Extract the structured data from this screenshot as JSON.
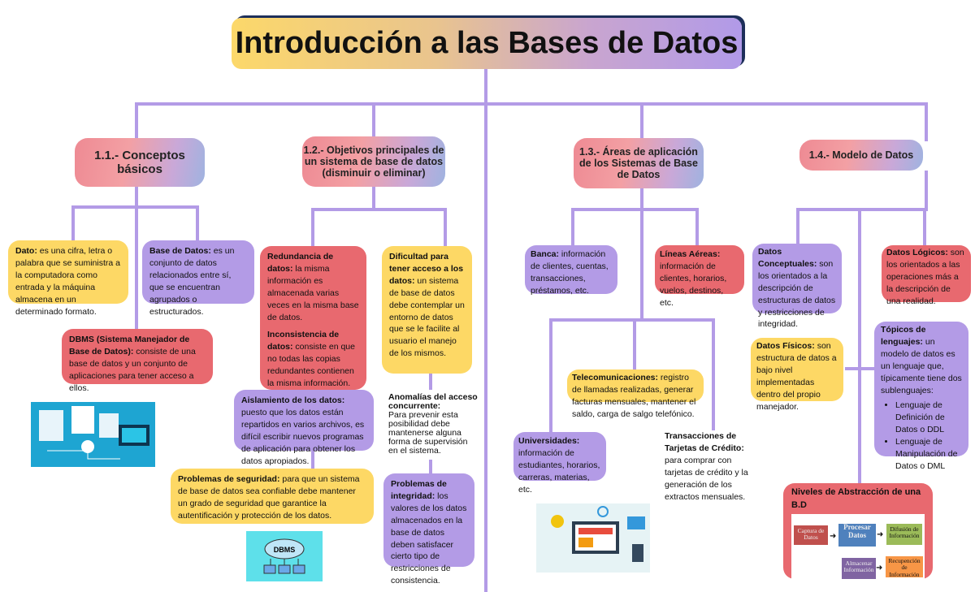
{
  "title": "Introducción a las Bases de Datos",
  "sections": [
    {
      "label": "1.1.- Conceptos básicos"
    },
    {
      "label": "1.2.- Objetivos principales de un sistema de base de datos (disminuir o eliminar)"
    },
    {
      "label": "1.3.- Áreas de aplicación de los Sistemas de Base de Datos"
    },
    {
      "label": "1.4.- Modelo de Datos"
    }
  ],
  "nodes": {
    "dato": {
      "term": "Dato:",
      "text": " es una cifra, letra o palabra que se suministra a la computadora como entrada y la máquina almacena en un determinado formato."
    },
    "base": {
      "term": "Base de Datos:",
      "text": " es un conjunto de datos relacionados entre sí, que se encuentran agrupados o estructurados."
    },
    "dbms": {
      "term": "DBMS (Sistema Manejador de Base de Datos):",
      "text": " consiste de una base de datos y un conjunto de aplicaciones para tener acceso a ellos."
    },
    "redundancia": {
      "term": "Redundancia de datos:",
      "text": " la misma información es almacenada varias veces en la misma base de datos."
    },
    "inconsistencia": {
      "term": "Inconsistencia de datos:",
      "text": " consiste en que no todas las copias redundantes contienen la misma información."
    },
    "dificultad": {
      "term": "Dificultad para tener acceso a los datos:",
      "text": " un sistema de base de datos debe contemplar un entorno de datos que se le facilite al usuario el manejo de los mismos."
    },
    "aislamiento": {
      "term": "Aislamiento de los datos:",
      "text": " puesto que los datos están repartidos en varios archivos, es difícil escribir nuevos programas de aplicación para obtener los datos apropiados."
    },
    "anomalias": {
      "term": "Anomalías del acceso concurrente:",
      "text": " Para prevenir esta posibilidad debe mantenerse alguna forma de supervisión en el sistema."
    },
    "seguridad": {
      "term": "Problemas de seguridad:",
      "text": " para que un sistema de base de datos sea confiable debe mantener un grado de seguridad que garantice la autentificación y protección de los datos."
    },
    "integridad": {
      "term": "Problemas de integridad:",
      "text": " los valores de los datos almacenados en la base de datos deben satisfacer cierto tipo de restricciones de consistencia."
    },
    "banca": {
      "term": "Banca:",
      "text": " información de clientes, cuentas, transacciones, préstamos, etc."
    },
    "lineas": {
      "term": "Líneas Aéreas:",
      "text": " información de clientes, horarios, vuelos, destinos, etc."
    },
    "telecom": {
      "term": "Telecomunicaciones:",
      "text": " registro de llamadas realizadas, generar facturas mensuales, mantener el saldo, carga de salgo telefónico."
    },
    "universidades": {
      "term": "Universidades:",
      "text": " información de estudiantes, horarios, carreras, materias, etc."
    },
    "tarjetas": {
      "term": "Transacciones de Tarjetas de Crédito:",
      "text": " para comprar con tarjetas de crédito y la generación de los extractos mensuales."
    },
    "conceptuales": {
      "term": "Datos Conceptuales:",
      "text": " son los orientados a la descripción de estructuras de datos y restricciones de integridad."
    },
    "logicos": {
      "term": "Datos Lógicos:",
      "text": " son los orientados a las operaciones más a la descripción de una realidad."
    },
    "fisicos": {
      "term": "Datos Físicos:",
      "text": " son estructura de datos a bajo nivel implementadas dentro del propio manejador."
    },
    "topicos": {
      "term": "Tópicos de lenguajes:",
      "text": " un modelo de datos es un lenguaje que, típicamente tiene dos sublenguajes:",
      "items": [
        "Lenguaje de Definición de Datos o DDL",
        "Lenguaje de Manipulación de Datos o DML"
      ]
    }
  },
  "niveles": {
    "title": "Niveles de Abstracción de una B.D",
    "steps": [
      "Captura de Datos",
      "Procesar Datos",
      "Difusión de Información",
      "Almacenar Información",
      "Recupención de Información"
    ]
  },
  "dbms_image_label": "DBMS",
  "colors": {
    "yellow": "#fdd865",
    "purple": "#b39be6",
    "red": "#e8696f"
  }
}
